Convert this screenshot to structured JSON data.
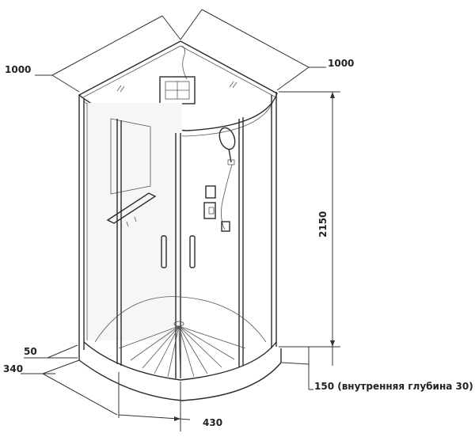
{
  "dimensions": {
    "width_left": "1000",
    "width_right": "1000",
    "height": "2150",
    "tray_height": "50",
    "tray_offset": "340",
    "door_width": "430",
    "depth_note": "150 (внутренняя глубина 30)"
  }
}
